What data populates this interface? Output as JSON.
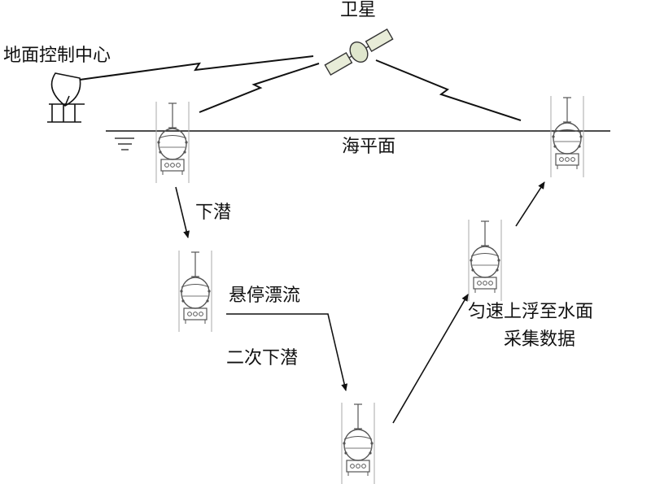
{
  "labels": {
    "satellite": "卫星",
    "ground_control": "地面控制中心",
    "sea_level": "海平面",
    "dive": "下潜",
    "hover_drift": "悬停漂流",
    "second_dive": "二次下潜",
    "ascend": "匀速上浮至水面",
    "collect": "采集数据"
  },
  "colors": {
    "line": "#111111",
    "float_outline": "#555555"
  }
}
